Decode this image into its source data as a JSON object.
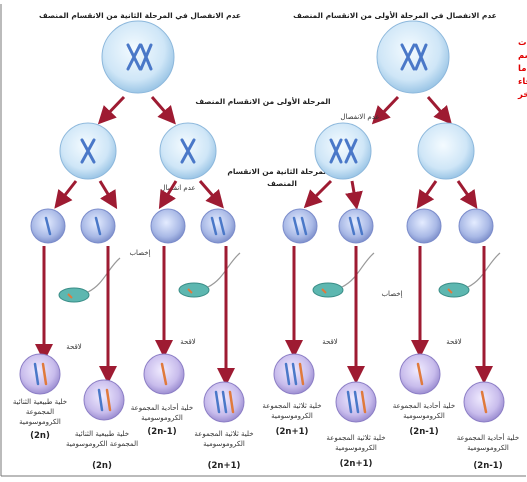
{
  "headings": {
    "left_title": "عدم الانفصال في المرحلة الثانية من الانقسام المنصف",
    "right_title": "عدم الانفصال في المرحلة الأولى من الانقسام المنصف",
    "meiosis_one": "المرحلة الأولى من الانقسام المنصف",
    "meiosis_two_line1": "المرحلة الثانية من الانقسام",
    "meiosis_two_line2": "المنصف"
  },
  "side_labels": {
    "nondisjunction_right": "عدم الانفصال",
    "nondisjunction_left": "عدم انفصال",
    "fertilization_left": "إخصاب",
    "fertilization_right": "إخصاب",
    "zygote_1": "لاقحة",
    "zygote_2": "لاقحة",
    "zygote_3": "لاقحة",
    "zygote_4": "لاقحة"
  },
  "note_lines": [
    "نتج الكروموسومات",
    "البرتقالية في هذا الرسم",
    "عن أحد الأبوين. أما",
    "الكروموسومات الزرقاء",
    "فنتج عن الأب الآخر"
  ],
  "results": [
    {
      "line1": "خلية طبيعية الثنائية",
      "line2": "المجموعة",
      "line3": "الكروموسومية",
      "formula": "(2n)"
    },
    {
      "line1": "خلية طبيعية الثنائية",
      "line2": "المجموعة الكروموسومية",
      "line3": "",
      "formula": "(2n)"
    },
    {
      "line1": "خلية أحادية المجموعة",
      "line2": "الكروموسومية",
      "line3": "",
      "formula": "(2n-1)"
    },
    {
      "line1": "خلية ثلاثية المجموعة",
      "line2": "الكروموسومية",
      "line3": "",
      "formula": "(2n+1)"
    },
    {
      "line1": "خلية ثلاثية المجموعة",
      "line2": "الكروموسومية",
      "line3": "",
      "formula": "(2n+1)"
    },
    {
      "line1": "خلية ثلاثية المجموعة",
      "line2": "الكروموسومية",
      "line3": "",
      "formula": "(2n+1)"
    },
    {
      "line1": "خلية أحادية المجموعة",
      "line2": "الكروموسومية",
      "line3": "",
      "formula": "(2n-1)"
    },
    {
      "line1": "خلية أحادية المجموعة",
      "line2": "الكروموسومية",
      "line3": "",
      "formula": "(2n-1)"
    }
  ],
  "colors": {
    "arrow": "#9e1b32",
    "cell_fill": "#cfe6f7",
    "gamete_fill": "#b7c6ea",
    "zygote_fill": "#d8ccef",
    "chrom_blue": "#4a78c8",
    "chrom_orange": "#e07a3c",
    "note_red": "#e00000"
  }
}
